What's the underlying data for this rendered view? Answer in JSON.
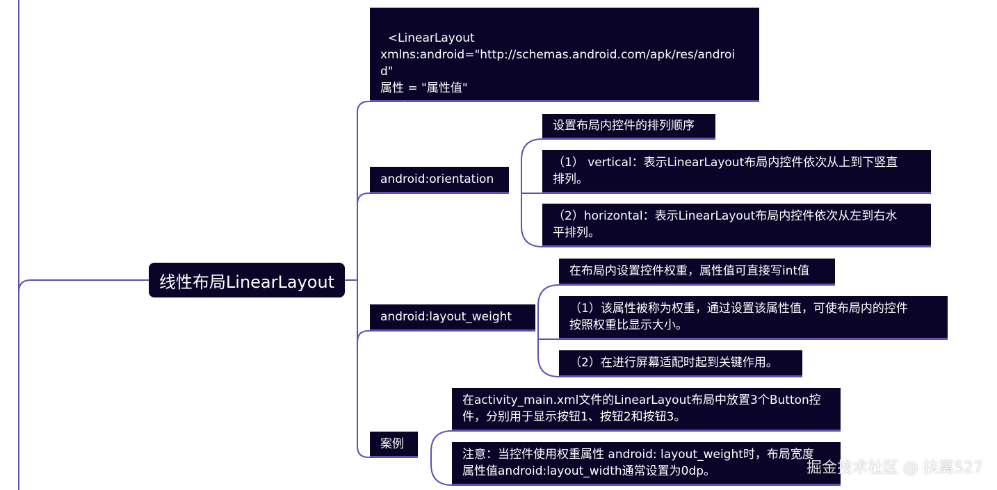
{
  "root": {
    "label": "线性布局LinearLayout"
  },
  "branches": {
    "xml": {
      "text": "<LinearLayout\nxmlns:android=\"http://schemas.android.com/apk/res/androi\nd\"\n属性 = \"属性值\"\n......>"
    },
    "orientation": {
      "label": "android:orientation",
      "desc": "设置布局内控件的排列顺序",
      "opt1": "（1） vertical：表示LinearLayout布局内控件依次从上到下竖直\n排列。",
      "opt2": "（2）horizontal：表示LinearLayout布局内控件依次从左到右水\n平排列。"
    },
    "weight": {
      "label": "android:layout_weight",
      "desc": "在布局内设置控件权重，属性值可直接写int值",
      "opt1": "（1）该属性被称为权重，通过设置该属性值，可使布局内的控件\n按照权重比显示大小。",
      "opt2": "（2）在进行屏幕适配时起到关键作用。"
    },
    "example": {
      "label": "案例",
      "item1": "在activity_main.xml文件的LinearLayout布局中放置3个Button控\n件，分别用于显示按钮1、按钮2和按钮3。",
      "item2": "注意：当控件使用权重属性 android: layout_weight时，布局宽度\n属性值android:layout_width通常设置为0dp。"
    }
  },
  "watermark": "掘金技术社区 @ 扶离527",
  "colors": {
    "node_bg": "#0a0528",
    "connector": "#5e52b3",
    "text": "#ffffff"
  }
}
